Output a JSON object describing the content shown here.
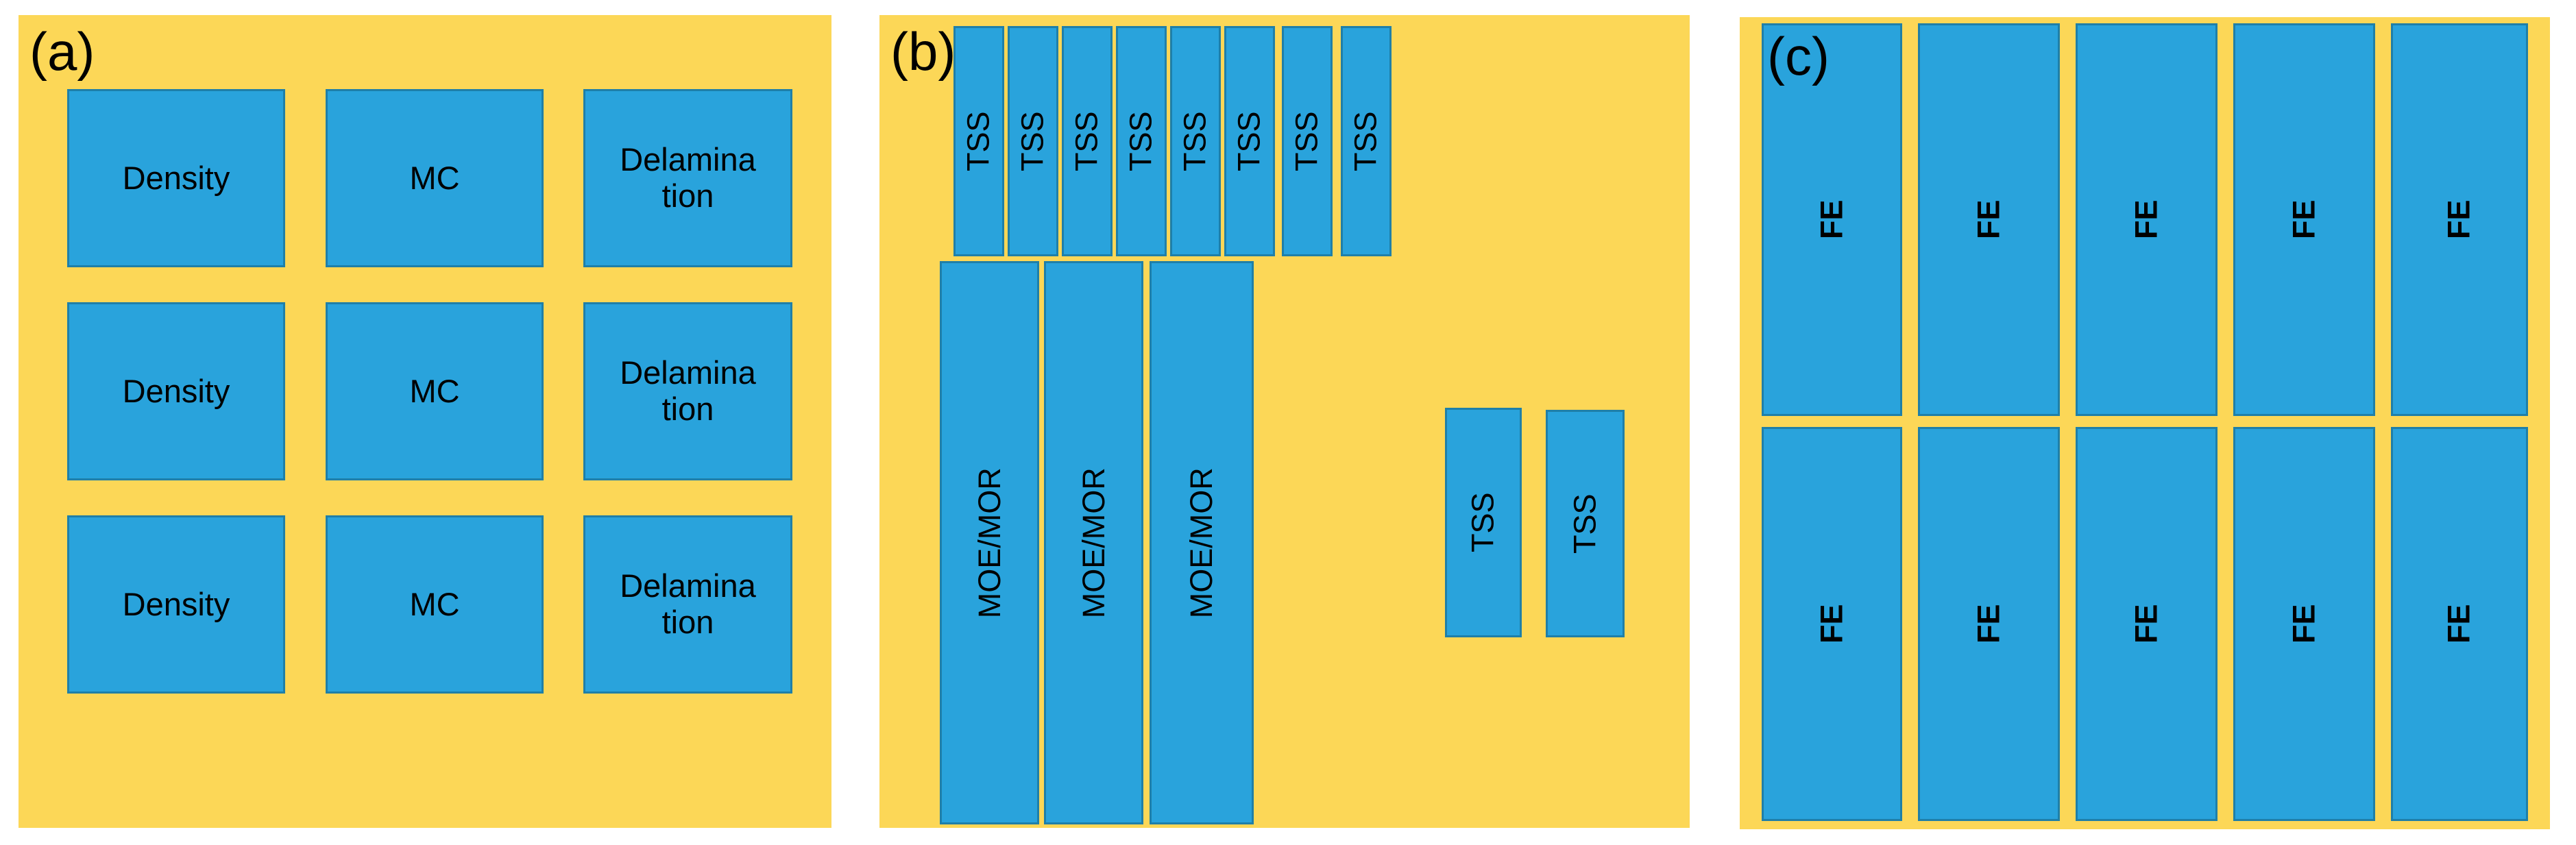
{
  "figure": {
    "colors": {
      "panel_background": "#fcd757",
      "specimen_fill": "#29a3dc",
      "specimen_border": "#1f7fa8",
      "text": "#000000",
      "page_background": "#ffffff"
    }
  },
  "panels": [
    {
      "tag": "(a)",
      "cells": [
        {
          "label": "Density"
        },
        {
          "label": "MC"
        },
        {
          "label": "Delamina\ntion"
        },
        {
          "label": "Density"
        },
        {
          "label": "MC"
        },
        {
          "label": "Delamina\ntion"
        },
        {
          "label": "Density"
        },
        {
          "label": "MC"
        },
        {
          "label": "Delamina\ntion"
        }
      ]
    },
    {
      "tag": "(b)",
      "cells": [
        {
          "label": "TSS"
        },
        {
          "label": "TSS"
        },
        {
          "label": "TSS"
        },
        {
          "label": "TSS"
        },
        {
          "label": "TSS"
        },
        {
          "label": "TSS"
        },
        {
          "label": "TSS"
        },
        {
          "label": "TSS"
        },
        {
          "label": "MOE/MOR"
        },
        {
          "label": "MOE/MOR"
        },
        {
          "label": "MOE/MOR"
        },
        {
          "label": "TSS"
        },
        {
          "label": "TSS"
        }
      ]
    },
    {
      "tag": "(c)",
      "cells": [
        {
          "label": "FE"
        },
        {
          "label": "FE"
        },
        {
          "label": "FE"
        },
        {
          "label": "FE"
        },
        {
          "label": "FE"
        },
        {
          "label": "FE"
        },
        {
          "label": "FE"
        },
        {
          "label": "FE"
        },
        {
          "label": "FE"
        },
        {
          "label": "FE"
        }
      ]
    }
  ]
}
